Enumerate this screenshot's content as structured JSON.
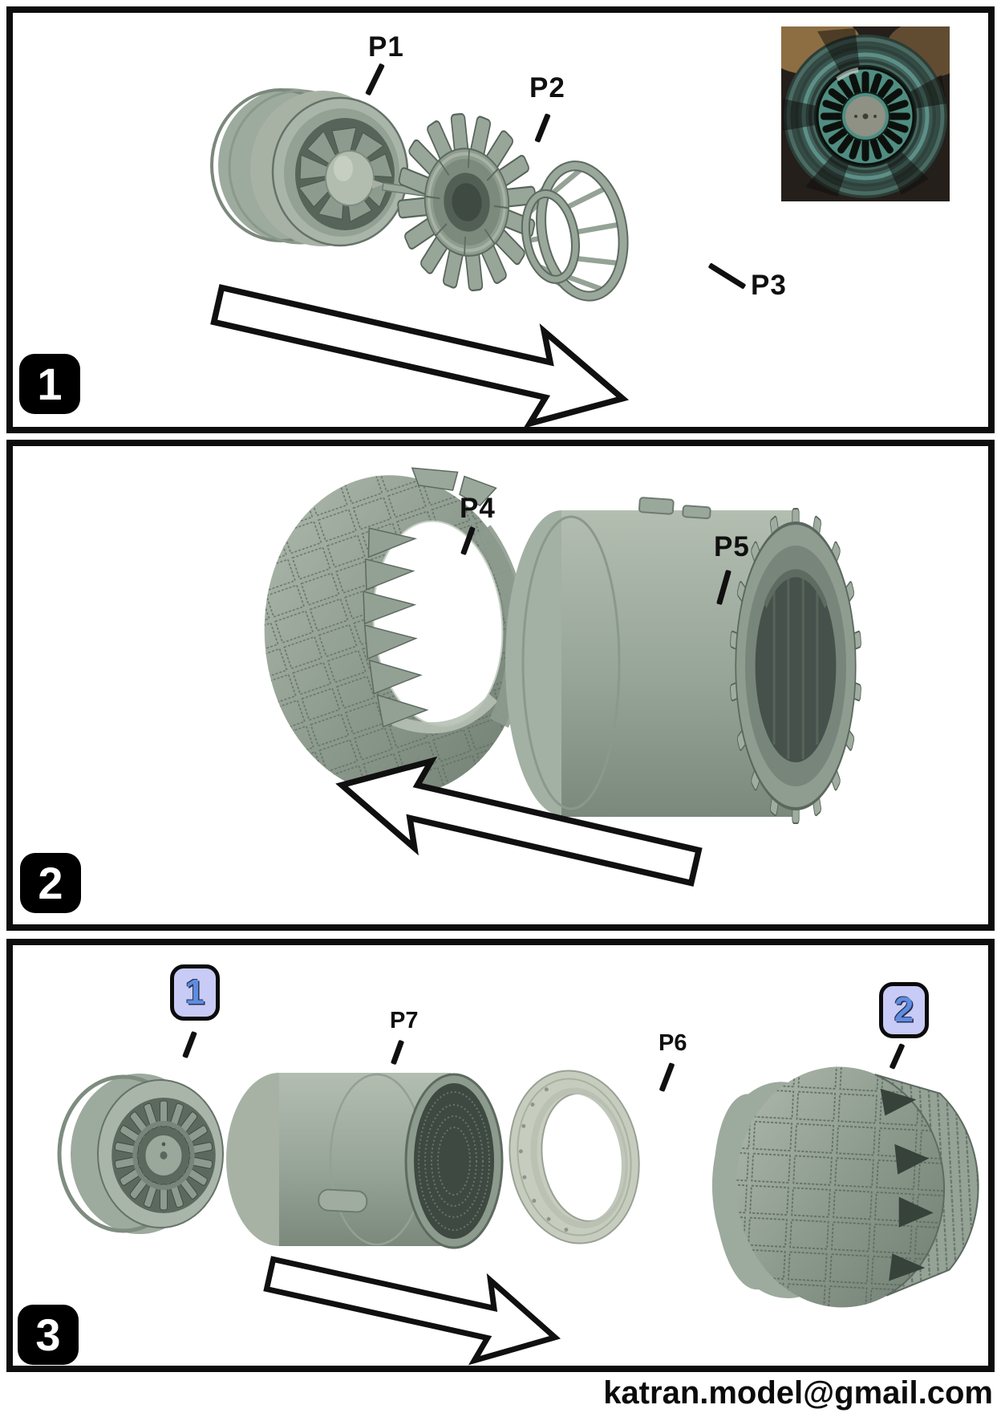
{
  "document": {
    "type": "resin-model-assembly-instructions"
  },
  "footer": {
    "email": "katran.model@gmail.com"
  },
  "steps": [
    {
      "badge": "1",
      "part_labels": [
        "P1",
        "P2",
        "P3"
      ]
    },
    {
      "badge": "2",
      "part_labels": [
        "P4",
        "P5"
      ]
    },
    {
      "badge": "3",
      "part_labels": [
        "P7",
        "P6"
      ],
      "assembly_refs": [
        "1",
        "2"
      ]
    }
  ],
  "reference_photo": {
    "name": "engine-exhaust-photo"
  },
  "colors": {
    "resin": "#9aa79b",
    "resin_dark": "#6e7b70",
    "resin_light": "#b3beb1",
    "pale_ring": "#c6cdbf",
    "panel_border": "#0d0d0d",
    "step_badge_bg": "#000000",
    "step_badge_fg": "#ffffff",
    "ref_badge_bg": "#c7cbf5",
    "ref_badge_number": "#5f8ce0",
    "photo_teal": "#4f8d82"
  }
}
